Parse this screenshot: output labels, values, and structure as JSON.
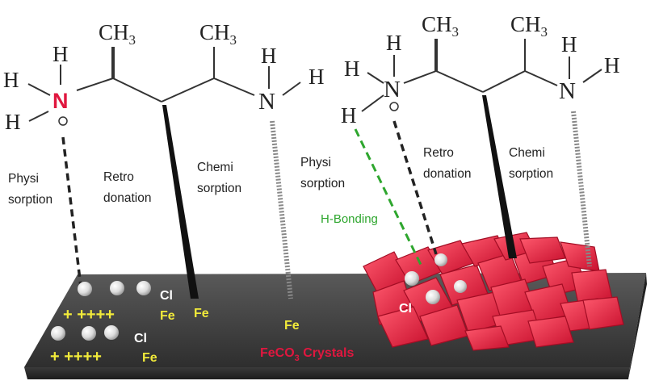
{
  "molecule": {
    "methyl_main": "CH",
    "methyl_sub": "3",
    "hydrogen": "H",
    "nitrogen": "N"
  },
  "labels": {
    "left_physi_1": "Physi",
    "left_physi_2": "sorption",
    "left_retro_1": "Retro",
    "left_retro_2": "donation",
    "left_chemi_1": "Chemi",
    "left_chemi_2": "sorption",
    "right_physi_1": "Physi",
    "right_physi_2": "sorption",
    "right_retro_1": "Retro",
    "right_retro_2": "donation",
    "right_chemi_1": "Chemi",
    "right_chemi_2": "sorption",
    "h_bonding": "H-Bonding"
  },
  "surface": {
    "plus_row": "+ ++++",
    "iron": "Fe",
    "chloride": "Cl",
    "feco3_main": "FeCO",
    "feco3_sub": "3",
    "feco3_tail": " Crystals"
  },
  "colors": {
    "steel": "#3a3a3a",
    "crystal": "#e8203f",
    "ion_yellow": "#f1ea3a",
    "hbond_green": "#2ea62e",
    "nitrogen_red": "#e0173f"
  }
}
